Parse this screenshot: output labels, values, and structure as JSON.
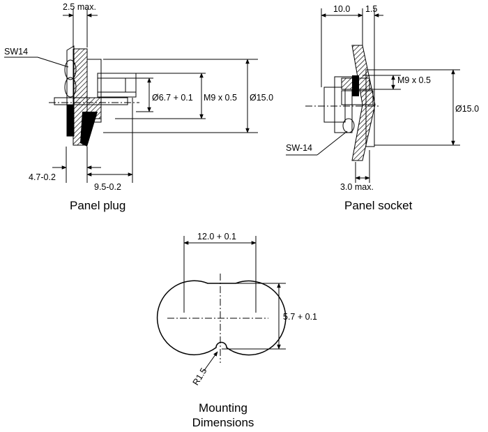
{
  "panel_plug": {
    "caption": "Panel plug",
    "dim_top": "2.5 max.",
    "wrench": "SW14",
    "dim_pin": "Ø6.7 + 0.1",
    "dim_thread": "M9 x 0.5",
    "dim_outer": "Ø15.0",
    "dim_left_bottom": "4.7-0.2",
    "dim_right_bottom": "9.5-0.2"
  },
  "panel_socket": {
    "caption": "Panel socket",
    "dim_top_left": "10.0",
    "dim_top_right": "1.5",
    "dim_thread": "M9 x 0.5",
    "dim_outer": "Ø15.0",
    "wrench": "SW-14",
    "dim_bottom": "3.0 max."
  },
  "mounting": {
    "caption_line1": "Mounting",
    "caption_line2": "Dimensions",
    "dim_width": "12.0 + 0.1",
    "dim_flat": "5.7 + 0.1",
    "dim_radius": "R1.5"
  }
}
